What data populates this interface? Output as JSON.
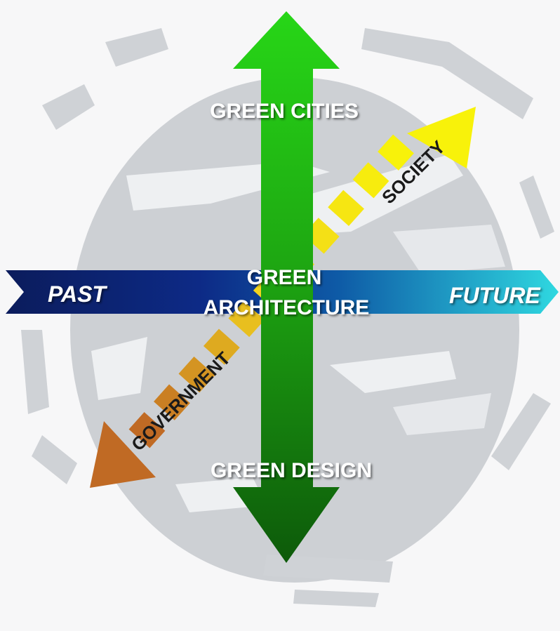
{
  "labels": {
    "top": "GREEN CITIES",
    "center_line1": "GREEN",
    "center_line2": "ARCHITECTURE",
    "bottom": "GREEN DESIGN",
    "left": "PAST",
    "right": "FUTURE",
    "diag_upper": "SOCIETY",
    "diag_lower": "GOVERNMENT"
  },
  "colors": {
    "background": "#f7f7f8",
    "globe": "#cfd2d6",
    "horizontal_start": "#0b1c5c",
    "horizontal_end": "#2fd8e0",
    "vertical_top": "#27d617",
    "vertical_bottom": "#0d5a0a",
    "diag_yellow": "#f8f20a",
    "diag_orange": "#c06a24",
    "label_white": "#ffffff",
    "label_dark": "#1a1a1a"
  }
}
